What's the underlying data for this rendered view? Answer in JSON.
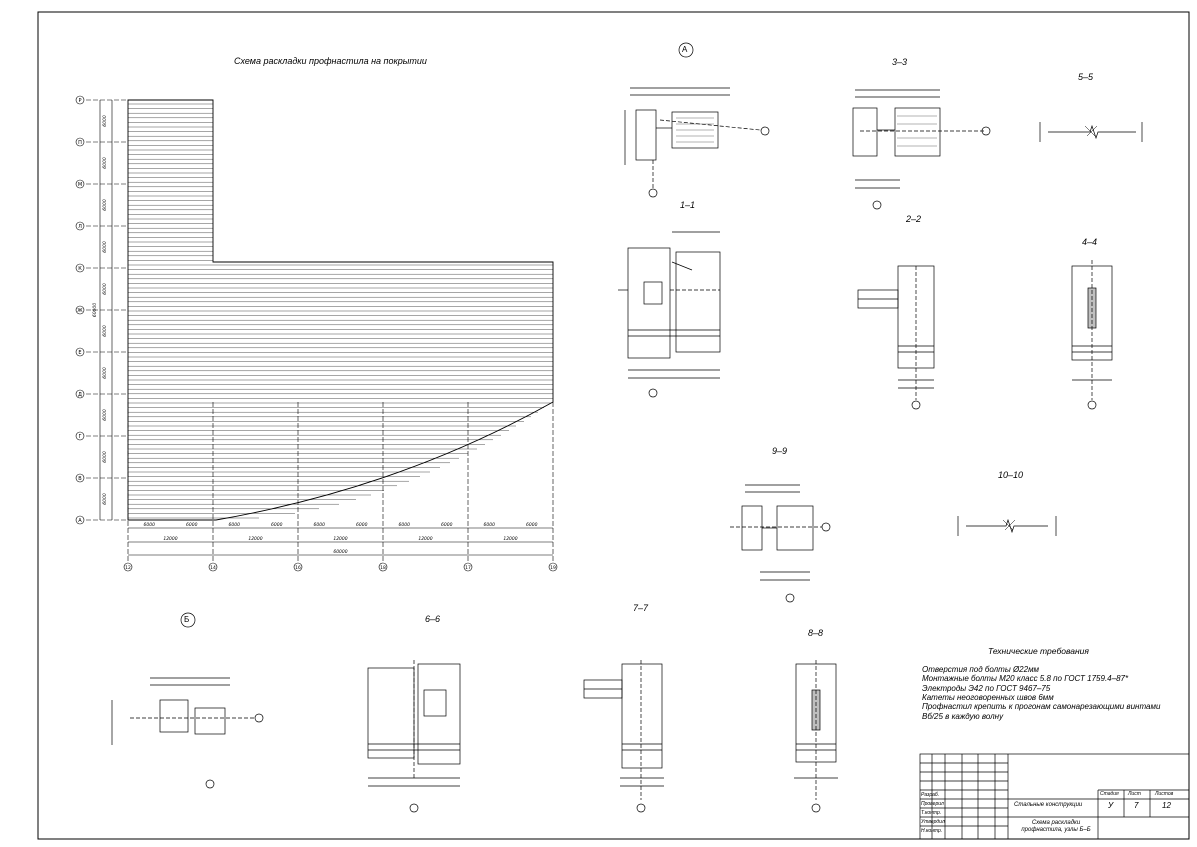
{
  "scheme": {
    "title": "Схема раскладки профнастила на покрытии",
    "row_axes": [
      "Р",
      "П",
      "М",
      "Л",
      "К",
      "Ж",
      "Е",
      "Д",
      "Г",
      "В",
      "А"
    ],
    "col_axes": [
      "12",
      "14",
      "16",
      "18",
      "17",
      "19"
    ],
    "bottom_dims": [
      "6000",
      "6000",
      "6000",
      "6000",
      "6000",
      "6000",
      "6000",
      "6000",
      "6000",
      "6000"
    ],
    "pair_dims": [
      "12000",
      "12000",
      "12000",
      "12000",
      "12000"
    ],
    "total_dim": "60000",
    "left_dims": [
      "6000",
      "6000",
      "6000",
      "6000",
      "6000",
      "6000",
      "6000",
      "6000",
      "6000",
      "6000"
    ],
    "left_total": "60000"
  },
  "sections": {
    "s1": "1–1",
    "s2": "2–2",
    "s3": "3–3",
    "s4": "4–4",
    "s5": "5–5",
    "s6": "6–6",
    "s7": "7–7",
    "s8": "8–8",
    "s9": "9–9",
    "s10": "10–10",
    "node_a": "А",
    "node_b": "Б"
  },
  "tech": {
    "title": "Технические требования",
    "lines": [
      "Отверстия под болты Ø22мм",
      "Монтажные болты М20 класс 5.8 по ГОСТ 1759.4–87*",
      "Электроды Э42 по ГОСТ 9467–75",
      "Катеты неоговоренных швов 6мм",
      "Профнастил крепить к прогонам самонарезающими винтами",
      "Вб/25 в каждую волну"
    ]
  },
  "titleblock": {
    "rows": [
      "Разраб.",
      "Проверил",
      "Т.контр.",
      "Утвердил",
      "Н.контр."
    ],
    "project": "Стальные конструкции",
    "sheet_title": "Схема раскладки профнастила, узлы Б–Б",
    "h_stage": "Стадия",
    "h_sheet": "Лист",
    "h_sheets": "Листов",
    "stage": "У",
    "sheet": "7",
    "sheets": "12"
  }
}
